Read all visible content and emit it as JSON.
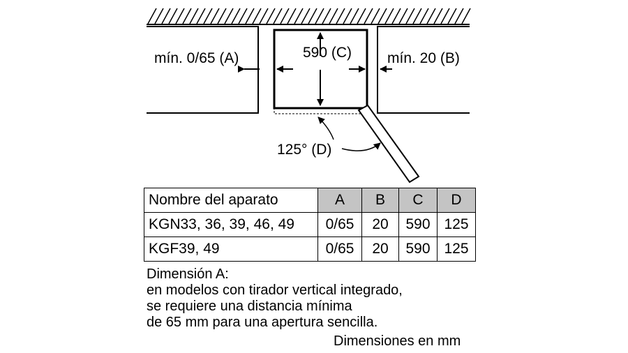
{
  "diagram": {
    "label_a": "mín. 0/65 (A)",
    "label_c": "590 (C)",
    "label_b": "mín. 20 (B)",
    "label_d": "125° (D)"
  },
  "table": {
    "headers": [
      "Nombre del aparato",
      "A",
      "B",
      "C",
      "D"
    ],
    "rows": [
      [
        "KGN33, 36, 39, 46, 49",
        "0/65",
        "20",
        "590",
        "125"
      ],
      [
        "KGF39, 49",
        "0/65",
        "20",
        "590",
        "125"
      ]
    ]
  },
  "notes": {
    "lines": [
      "Dimensión A:",
      "en modelos con tirador vertical integrado,",
      "se requiere una distancia mínima",
      "de 65 mm para una apertura sencilla."
    ],
    "units": "Dimensiones en mm"
  }
}
